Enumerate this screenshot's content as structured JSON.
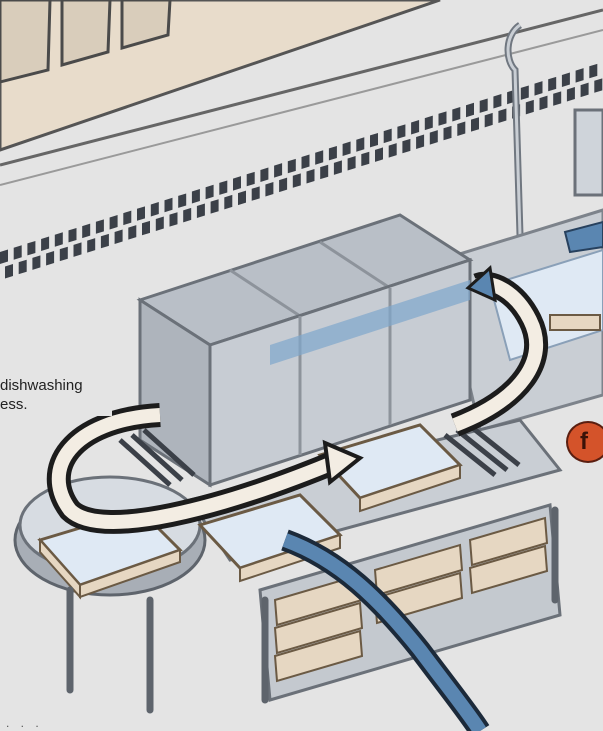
{
  "caption": {
    "line1": "dishwashing",
    "line2": "ess."
  },
  "badge": {
    "label": "f"
  },
  "footer": {
    "dots": ". . ."
  },
  "colors": {
    "wall": "#e4e4e4",
    "floor_band": "#e8dccb",
    "machine_body": "#c7ccd3",
    "machine_top": "#b9bfc7",
    "steel": "#8d939b",
    "steel_dark": "#5e646c",
    "tray": "#dfe9f4",
    "wood": "#e6d7c2",
    "checker": "#3b4048",
    "arrow_fill": "#f3ede3",
    "arrow_outline": "#1c1c1c",
    "water_blue": "#5a86b1",
    "badge": "#d4532a"
  }
}
